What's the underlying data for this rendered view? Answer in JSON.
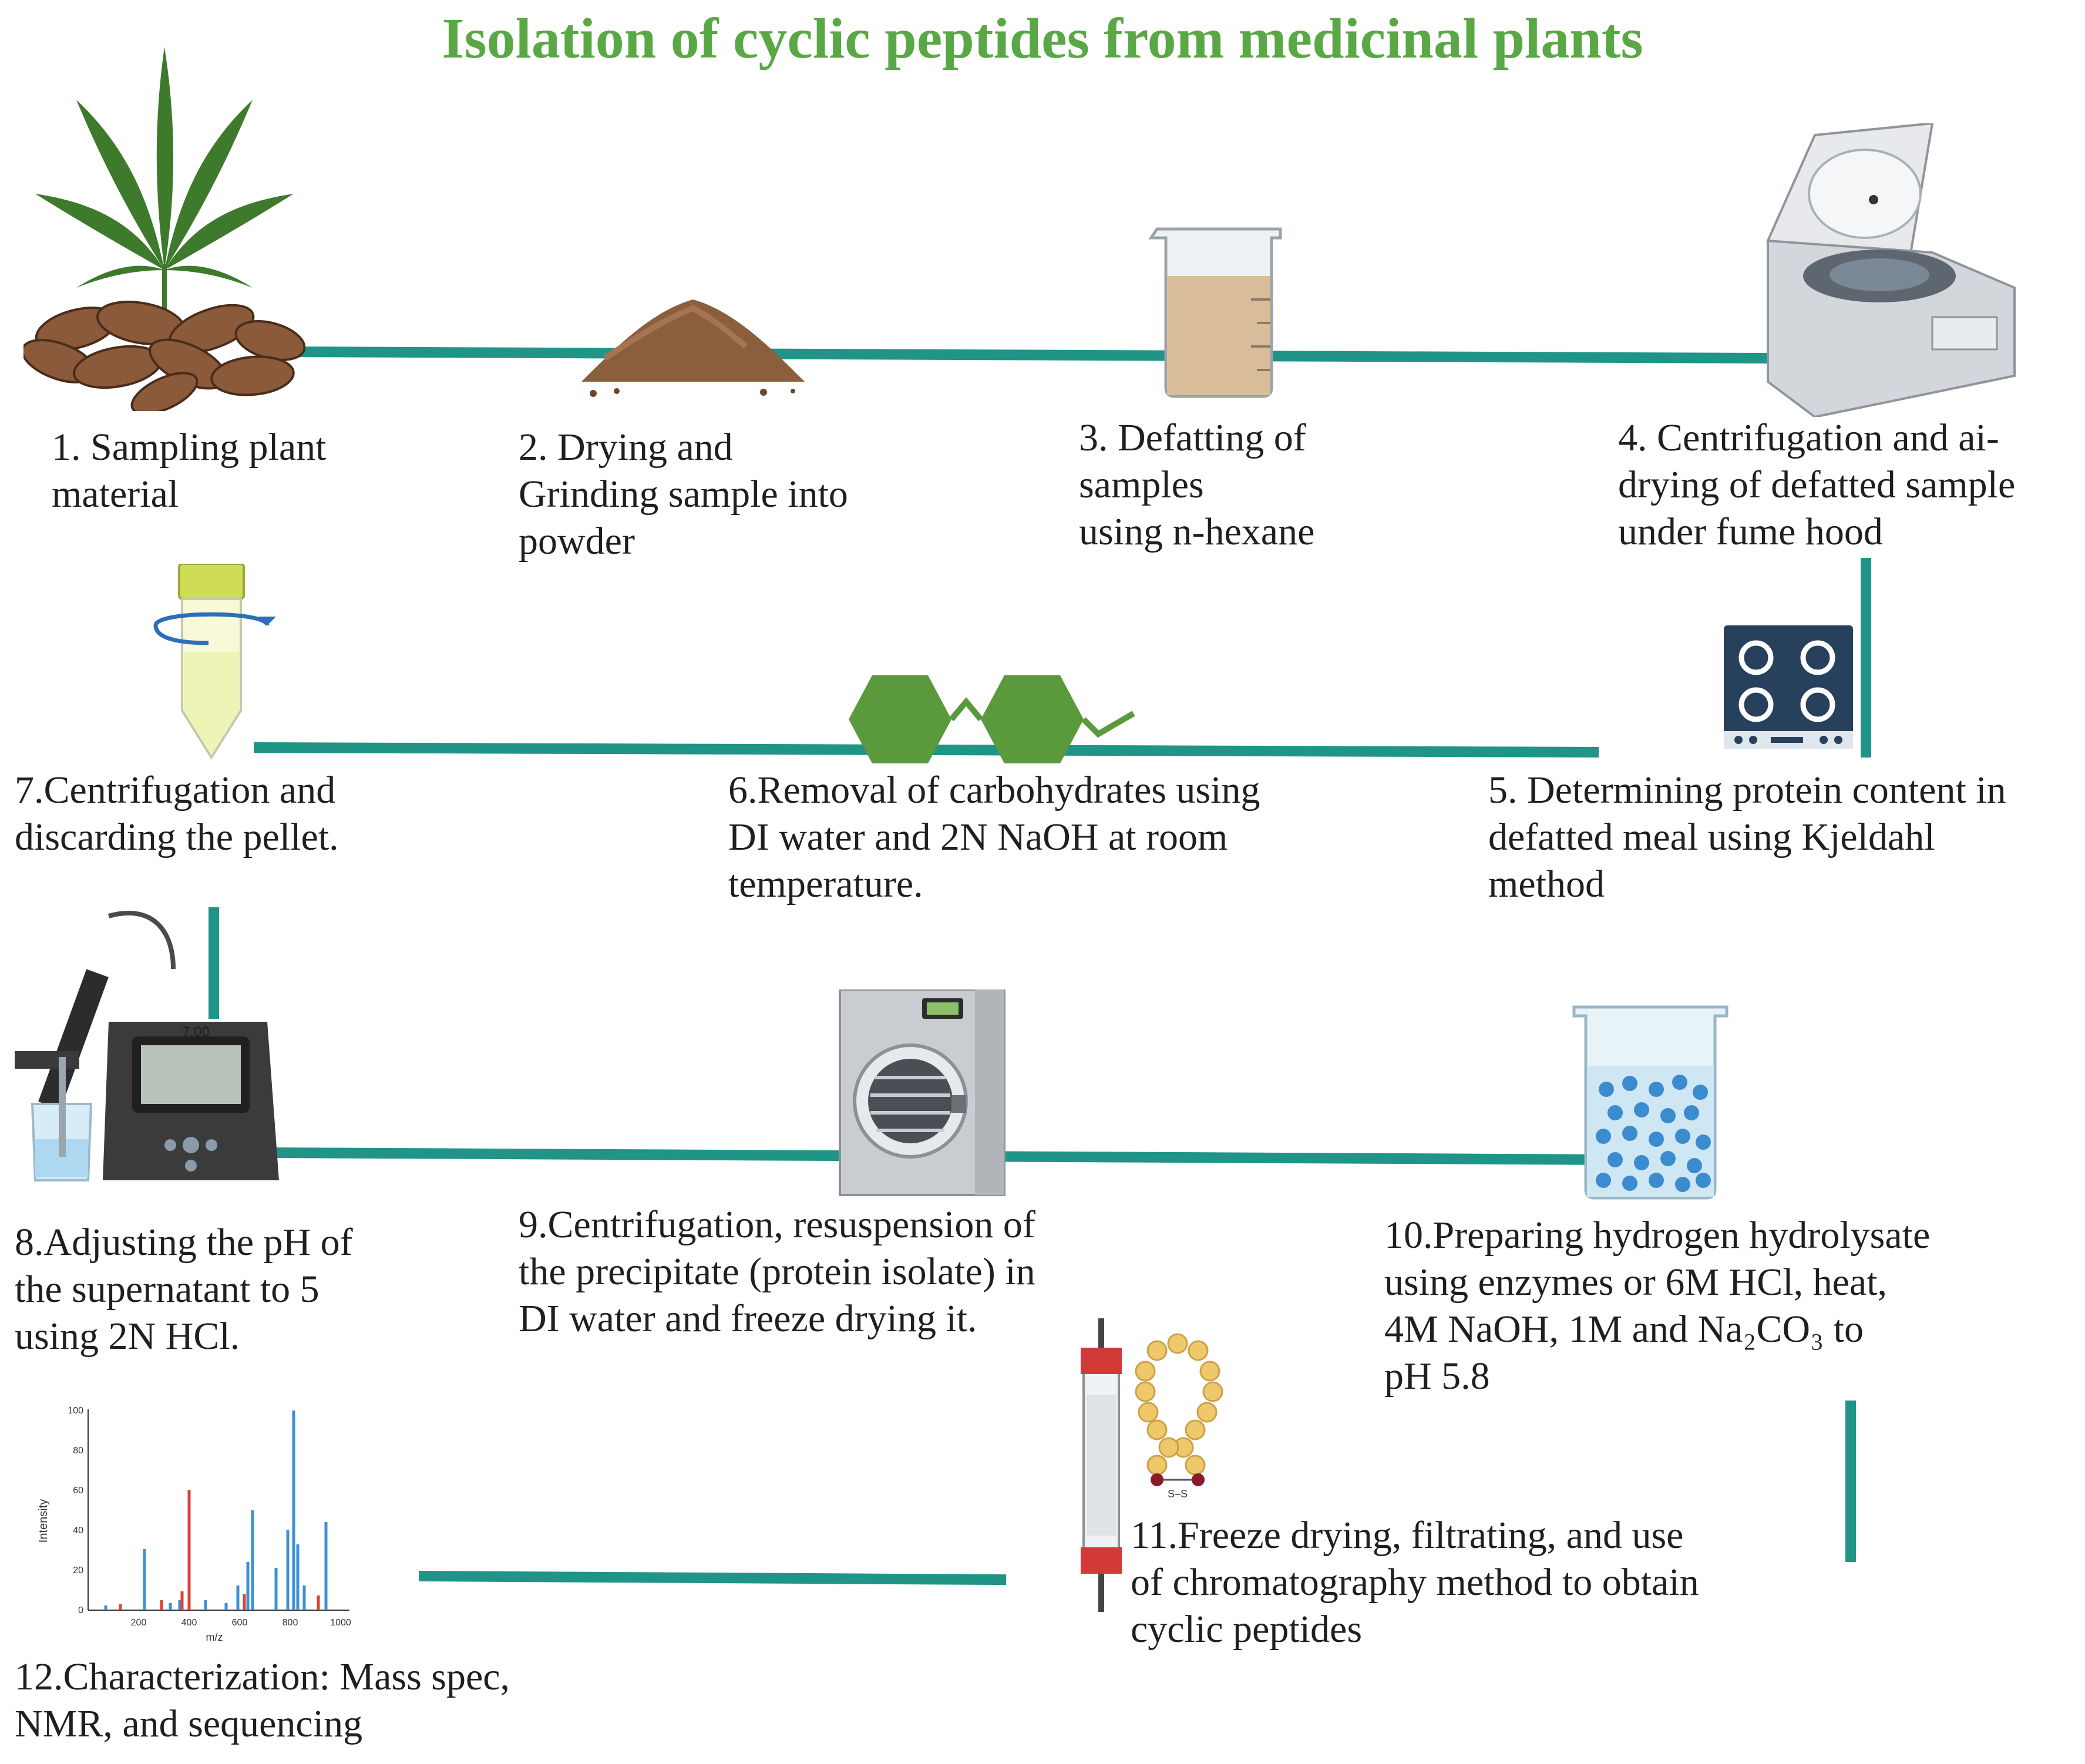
{
  "title": "Isolation of cyclic peptides from medicinal plants",
  "steps": [
    {
      "text": "1.  Sampling plant\n     material"
    },
    {
      "text": "2. Drying and\nGrinding sample into\npowder"
    },
    {
      "text": "3. Defatting of\nsamples\nusing n-hexane"
    },
    {
      "text": "4. Centrifugation and ai-\ndrying of defatted sample\nunder fume hood"
    },
    {
      "text": "5. Determining protein content in\ndefatted meal using Kjeldahl\nmethod"
    },
    {
      "text": "6.Removal of carbohydrates using\nDI water and 2N NaOH at room\ntemperature."
    },
    {
      "text": "7.Centrifugation and\ndiscarding the pellet."
    },
    {
      "text": "8.Adjusting the pH of\nthe supernatant to 5\nusing 2N HCl."
    },
    {
      "text": "9.Centrifugation, resuspension of\nthe precipitate (protein isolate) in\nDI water and freeze drying it."
    },
    {
      "text": "10.Preparing hydrogen hydrolysate\nusing enzymes or  6M HCl, heat,\n4M NaOH, 1M and  Na₂CO₃  to\npH 5.8"
    },
    {
      "text": "11.Freeze drying, filtrating, and use\nof  chromatography method to obtain\ncyclic peptides"
    },
    {
      "text": "12.Characterization: Mass spec,\nNMR, and sequencing"
    }
  ],
  "ph_meter": {
    "reading": "7.00"
  },
  "disulfide_label": "S–S",
  "mass_spectrum": {
    "ylabel": "Intensity",
    "xlabel": "m/z",
    "y_ticks": [
      "100",
      "80",
      "60",
      "40",
      "20",
      "0"
    ],
    "x_ticks": [
      "200",
      "400",
      "600",
      "800",
      "1000"
    ]
  },
  "colors": {
    "title": "#5aa845",
    "connector": "#1f9487",
    "hexagon": "#5a9a3c",
    "blue_peaks": "#3d8fd6",
    "red_peaks": "#d9433a"
  }
}
